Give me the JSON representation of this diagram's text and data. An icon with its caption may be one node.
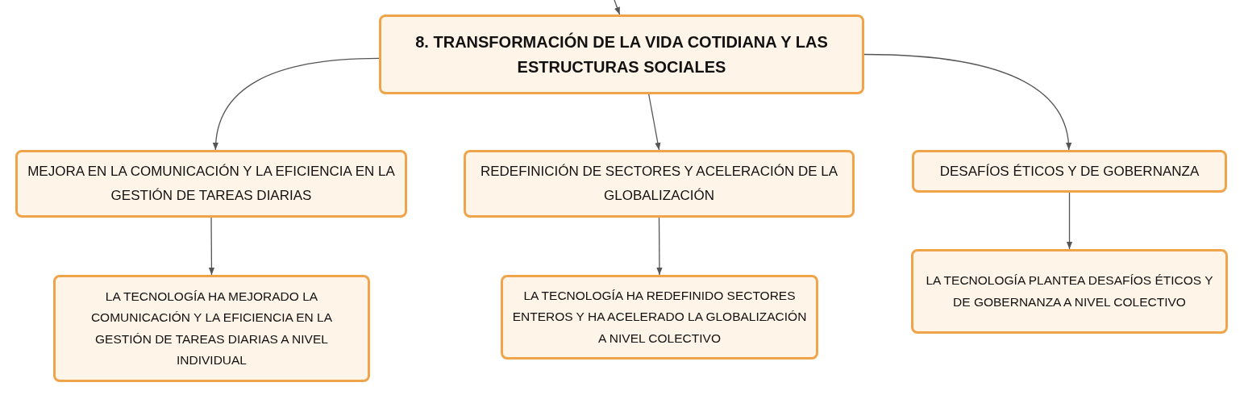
{
  "diagram": {
    "nodes": [
      {
        "text": [
          "8. TRANSFORMACIÓN DE LA VIDA COTIDIANA Y LAS ESTRUCTURAS SOCIALES"
        ]
      },
      {
        "text": [
          "MEJORA EN LA COMUNICACIÓN Y LA EFICIENCIA EN LA GESTIÓN DE TAREAS DIARIAS"
        ]
      },
      {
        "text": [
          "REDEFINICIÓN DE SECTORES Y ACELERACIÓN DE LA GLOBALIZACIÓN"
        ]
      },
      {
        "text": [
          "DESAFÍOS ÉTICOS Y DE GOBERNANZA"
        ]
      },
      {
        "text": [
          "LA TECNOLOGÍA HA MEJORADO LA COMUNICACIÓN Y LA EFICIENCIA EN LA GESTIÓN DE TAREAS DIARIAS A NIVEL INDIVIDUAL"
        ]
      },
      {
        "text": [
          "LA TECNOLOGÍA HA REDEFINIDO SECTORES ENTEROS Y HA ACELERADO LA GLOBALIZACIÓN A NIVEL COLECTIVO"
        ]
      },
      {
        "text": [
          "LA TECNOLOGÍA PLANTEA DESAFÍOS ÉTICOS Y DE GOBERNANZA A NIVEL COLECTIVO"
        ]
      }
    ],
    "edges": [
      {
        "from": null,
        "to": 0,
        "arrow": "to"
      },
      {
        "from": 0,
        "to": 1,
        "arrow": "to"
      },
      {
        "from": 0,
        "to": 2,
        "arrow": "to"
      },
      {
        "from": 0,
        "to": 3,
        "arrow": "to"
      },
      {
        "from": 1,
        "to": 4,
        "arrow": "to"
      },
      {
        "from": 2,
        "to": 5,
        "arrow": "to"
      },
      {
        "from": 3,
        "to": 6,
        "arrow": "to"
      }
    ]
  }
}
